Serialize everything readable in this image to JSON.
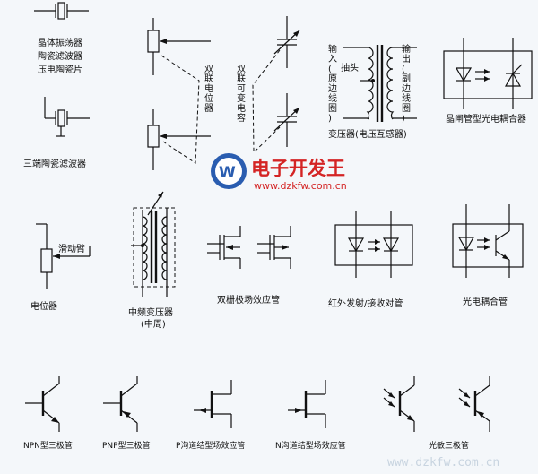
{
  "labels": {
    "crystal": [
      "晶体振荡器",
      "陶瓷滤波器",
      "压电陶瓷片"
    ],
    "three_terminal_filter": "三端陶瓷滤波器",
    "dual_pot": "双联电位器",
    "dual_cap": "双联可变电容",
    "input": "输入(原边线圈)",
    "tap": "抽头",
    "output": "输出(副边线圈)",
    "transformer": "变压器(电压互感器)",
    "thyristor_coupler": "晶闸管型光电耦合器",
    "potentiometer": "电位器",
    "wiper": "滑动臂",
    "if_transformer_1": "中频变压器",
    "if_transformer_2": "(中周)",
    "dual_gate_fet": "双栅极场效应管",
    "ir_pair": "红外发射/接收对管",
    "photo_coupler": "光电耦合管",
    "npn": "NPN型三极管",
    "pnp": "PNP型三极管",
    "p_jfet": "P沟道结型场效应管",
    "n_jfet": "N沟道结型场效应管",
    "phototransistor": "光敏三极管"
  },
  "watermark": {
    "title": "电子开发王",
    "url": "www.dzkfw.com.cn",
    "bottom_url": "www.dzkfw.com.cn"
  },
  "colors": {
    "background": "#f4f7fa",
    "line": "#111111",
    "watermark_red": "#d42424",
    "watermark_blue": "#2a5db0"
  }
}
